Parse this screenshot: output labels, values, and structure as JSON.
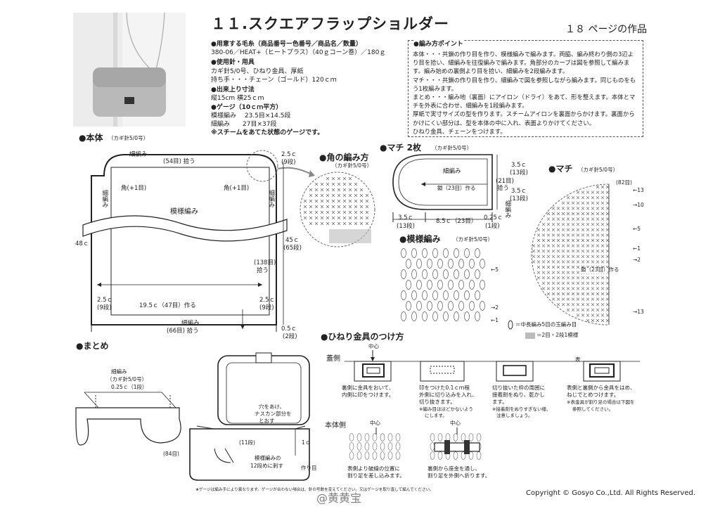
{
  "header": {
    "title": "１１.スクエアフラップショルダー",
    "page_ref": "１８ ページの作品"
  },
  "materials": {
    "yarn_heading": "●用意する毛糸（商品番号ー色番号／商品名／数量）",
    "yarn_line": "380-06／HEAT+（ヒートプラス）（40ｇコーン巻）／180ｇ",
    "tools_heading": "●使用針・用具",
    "tools_line1": "カギ針5/0号、ひねり金具、厚紙",
    "tools_line2": "持ち手・・・チェーン（ゴールド）120ｃｍ",
    "size_heading": "●出来上り寸法",
    "size_line": "縦15cm 横25ｃｍ",
    "gauge_heading": "●ゲージ（10ｃｍ平方）",
    "gauge_line1": "模様編み　 23.5目×14.5段",
    "gauge_line2": "細編み　　27目×37段",
    "gauge_note": "※スチームをあてた状態のゲージです。"
  },
  "points": {
    "heading": "●編み方ポイント",
    "lines": [
      "本体・・・共鎖の作り目を作り、模様編みで編みます。両脇、編み終わり側の3辺より目を拾い、細編みを往復編みで編みます。角部分のカーブは図を参照して編みます。編み始めの裏側より目を拾い、細編みを2段編みます。",
      "マチ・・・共鎖の作り目を作り、細編みで図を参照しながら編みます。同じものをもう1枚編みます。",
      "まとめ・・・編み地（裏面）にアイロン（ドライ）をあて、形を整えます。本体とマチを外表に合わせ、細編みを1段編みます。",
      "厚紙で実寸サイズの型を作ります。スチームアイロンを裏面からかけます。裏面からかけにくい部分は、型を本体の中に入れ、表面よりかけてください。",
      "ひねり金具、チェーンをつけます。"
    ]
  },
  "body_diagram": {
    "heading": "●本体",
    "needle": "（カギ針5/0号）",
    "top_sc": "細編み",
    "top_pick": "(54目) 拾う",
    "corner_left": "角(+1目)",
    "corner_right": "角(+1目)",
    "side_left": "細編み",
    "side_right": "細編み",
    "pattern": "模様編み",
    "height_left": "48ｃ",
    "dim_25_top": "2.5ｃ",
    "dim_9_top": "(9段)",
    "dim_45": "45ｃ",
    "dim_65": "(65段)",
    "dim_138": "(138目)",
    "dim_138_pick": "拾う",
    "dim_25_bl": "2.5ｃ",
    "dim_9_bl": "(9段)",
    "dim_25_br": "2.5ｃ",
    "dim_9_br": "(9段)",
    "width_make": "19.5ｃ（47目）作る",
    "bottom_sc": "細編み",
    "bottom_pick": "(66目) 拾う",
    "dim_05": "0.5ｃ",
    "dim_2": "(2段)"
  },
  "corner": {
    "heading": "●角の編み方",
    "needle": "（カギ針5/0号）"
  },
  "gusset": {
    "heading": "●マチ 2枚",
    "needle": "（カギ針5/0号）",
    "sc": "細編み",
    "chain": "鎖（23目）作る",
    "d35a": "3.5ｃ",
    "d13a": "(13段)",
    "d21": "(21目)",
    "d21b": "拾う",
    "d35b": "3.5ｃ",
    "d13b": "(13段)",
    "side_sc": "細編み",
    "b35": "3.5ｃ",
    "b13": "(13段)",
    "b85": "8.5ｃ（23目）",
    "b025": "0.25ｃ",
    "b1": "(1段)"
  },
  "gusset_chart": {
    "heading": "●マチ",
    "needle": "（カギ針5/0号）",
    "top": "(82目)",
    "r13a": "←13",
    "r10": "→10",
    "r5": "←5",
    "r1": "←1",
    "r2": "→2",
    "chain": "鎖（23目）作る",
    "r13b": "→13"
  },
  "pattern_chart": {
    "heading": "●模様編み",
    "needle": "（カギ針5/0号）",
    "r5": "←5",
    "r2": "→2",
    "r1": "←1",
    "legend1": "＝中長編み5目の玉編み目",
    "legend2": "＝2目・2段1模様"
  },
  "finish": {
    "heading": "●まとめ",
    "sc": "細編み",
    "needle": "（カギ針5/0号）",
    "dim": "0.25ｃ（1段）",
    "d84": "(84目)",
    "hole": "穴をあけ、",
    "hole2": "ナスカン部分を",
    "hole3": "とおす",
    "d11": "(11段)",
    "d1c": "1ｃ",
    "pattern12": "模様編みの",
    "pattern12b": "12段めに刺す",
    "make": "作り目"
  },
  "clasp": {
    "heading": "●ひねり金具のつけ方",
    "front": "蓋側",
    "center": "中心",
    "body_side": "本体側",
    "center2": "中心",
    "center3": "中心",
    "s1": "裏側に金具をおいて、",
    "s1b": "内側に印をつけます。",
    "s2": "印をつけた0.1ｃｍ程",
    "s2b": "外側に切り込みを入れ、",
    "s2c": "切り抜きます。",
    "s2d": "※編み目はほどかないよう",
    "s2e": "にします。",
    "s3": "切り抜いた枠の周囲に",
    "s3b": "接着剤をぬり、乾かし",
    "s3c": "ます。",
    "s3d": "※接着剤をぬりすぎない様、",
    "s3e": "注意しましょう。",
    "s4head": "表",
    "s4": "表側と裏側から金具をはめ、",
    "s4b": "ねじでとめつけます。",
    "s4c": "※表金具が割り足の場合は下図を",
    "s4d": "参照してください。",
    "b1": "表側より破線の位置に",
    "b1b": "割り足を差し込みます。",
    "b2": "裏側から座金を通し、",
    "b2b": "割り足を外側へ折ります。"
  },
  "footer": {
    "note": "★ゲージは編み手により異なります。ゲージが合わない場合は、針の号数を変えてください。又はゲージを取り直して編んでください。",
    "copyright": "Copyright © Gosyo Co.,Ltd. All Rights Reserved.",
    "watermark": "@黄黄宝"
  },
  "colors": {
    "ink": "#222222",
    "gray": "#bbbbbb"
  }
}
